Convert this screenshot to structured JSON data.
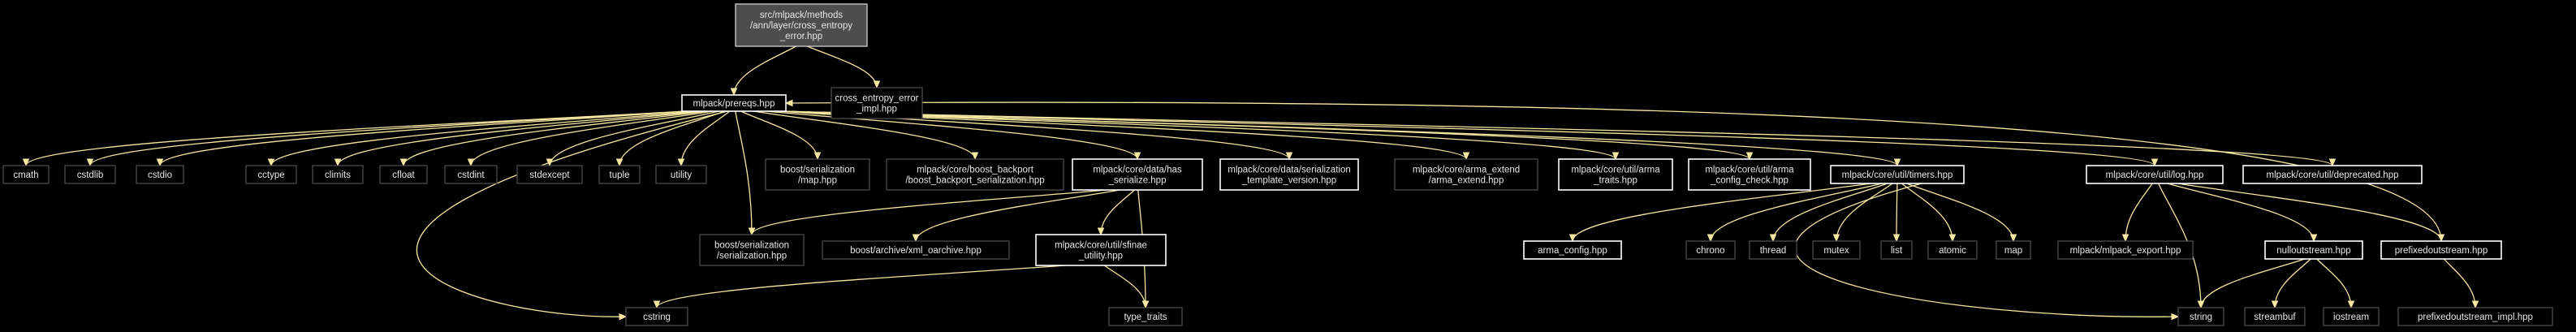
{
  "colors": {
    "background": "#000000",
    "edge": "#f6e7a1",
    "root_fill": "#4d4d4d",
    "linked_border": "#ffffff",
    "plain_border": "#505050",
    "text": "#e6e6e6"
  },
  "nodes": [
    {
      "id": "root",
      "lines": [
        "src/mlpack/methods",
        "/ann/layer/cross_entropy",
        "_error.hpp"
      ],
      "style": "root"
    },
    {
      "id": "prereqs",
      "lines": [
        "mlpack/prereqs.hpp"
      ],
      "style": "linked"
    },
    {
      "id": "ce_impl",
      "lines": [
        "cross_entropy_error",
        "_impl.hpp"
      ],
      "style": "plain"
    },
    {
      "id": "cmath",
      "lines": [
        "cmath"
      ],
      "style": "plain"
    },
    {
      "id": "cstdlib",
      "lines": [
        "cstdlib"
      ],
      "style": "plain"
    },
    {
      "id": "cstdio",
      "lines": [
        "cstdio"
      ],
      "style": "plain"
    },
    {
      "id": "cctype",
      "lines": [
        "cctype"
      ],
      "style": "plain"
    },
    {
      "id": "climits",
      "lines": [
        "climits"
      ],
      "style": "plain"
    },
    {
      "id": "cfloat",
      "lines": [
        "cfloat"
      ],
      "style": "plain"
    },
    {
      "id": "cstdint",
      "lines": [
        "cstdint"
      ],
      "style": "plain"
    },
    {
      "id": "stdexcept",
      "lines": [
        "stdexcept"
      ],
      "style": "plain"
    },
    {
      "id": "tuple",
      "lines": [
        "tuple"
      ],
      "style": "plain"
    },
    {
      "id": "utility",
      "lines": [
        "utility"
      ],
      "style": "plain"
    },
    {
      "id": "bs_map",
      "lines": [
        "boost/serialization",
        "/map.hpp"
      ],
      "style": "plain"
    },
    {
      "id": "boost_backport",
      "lines": [
        "mlpack/core/boost_backport",
        "/boost_backport_serialization.hpp"
      ],
      "style": "plain"
    },
    {
      "id": "has_serialize",
      "lines": [
        "mlpack/core/data/has",
        "_serialize.hpp"
      ],
      "style": "linked"
    },
    {
      "id": "serialization_tv",
      "lines": [
        "mlpack/core/data/serialization",
        "_template_version.hpp"
      ],
      "style": "linked"
    },
    {
      "id": "arma_extend",
      "lines": [
        "mlpack/core/arma_extend",
        "/arma_extend.hpp"
      ],
      "style": "plain"
    },
    {
      "id": "arma_traits",
      "lines": [
        "mlpack/core/util/arma",
        "_traits.hpp"
      ],
      "style": "linked"
    },
    {
      "id": "arma_config_check",
      "lines": [
        "mlpack/core/util/arma",
        "_config_check.hpp"
      ],
      "style": "linked"
    },
    {
      "id": "timers",
      "lines": [
        "mlpack/core/util/timers.hpp"
      ],
      "style": "linked"
    },
    {
      "id": "log",
      "lines": [
        "mlpack/core/util/log.hpp"
      ],
      "style": "linked"
    },
    {
      "id": "deprecated",
      "lines": [
        "mlpack/core/util/deprecated.hpp"
      ],
      "style": "linked"
    },
    {
      "id": "bs_serialization",
      "lines": [
        "boost/serialization",
        "/serialization.hpp"
      ],
      "style": "plain"
    },
    {
      "id": "xml_oarchive",
      "lines": [
        "boost/archive/xml_oarchive.hpp"
      ],
      "style": "plain"
    },
    {
      "id": "sfinae",
      "lines": [
        "mlpack/core/util/sfinae",
        "_utility.hpp"
      ],
      "style": "linked"
    },
    {
      "id": "cstring",
      "lines": [
        "cstring"
      ],
      "style": "plain"
    },
    {
      "id": "type_traits",
      "lines": [
        "type_traits"
      ],
      "style": "plain"
    },
    {
      "id": "arma_config",
      "lines": [
        "arma_config.hpp"
      ],
      "style": "linked"
    },
    {
      "id": "chrono",
      "lines": [
        "chrono"
      ],
      "style": "plain"
    },
    {
      "id": "thread",
      "lines": [
        "thread"
      ],
      "style": "plain"
    },
    {
      "id": "mutex",
      "lines": [
        "mutex"
      ],
      "style": "plain"
    },
    {
      "id": "list",
      "lines": [
        "list"
      ],
      "style": "plain"
    },
    {
      "id": "atomic",
      "lines": [
        "atomic"
      ],
      "style": "plain"
    },
    {
      "id": "map",
      "lines": [
        "map"
      ],
      "style": "plain"
    },
    {
      "id": "mlpack_export",
      "lines": [
        "mlpack/mlpack_export.hpp"
      ],
      "style": "plain"
    },
    {
      "id": "nulloutstream",
      "lines": [
        "nulloutstream.hpp"
      ],
      "style": "linked"
    },
    {
      "id": "prefixedoutstream",
      "lines": [
        "prefixedoutstream.hpp"
      ],
      "style": "linked"
    },
    {
      "id": "string",
      "lines": [
        "string"
      ],
      "style": "plain"
    },
    {
      "id": "streambuf",
      "lines": [
        "streambuf"
      ],
      "style": "plain"
    },
    {
      "id": "iostream",
      "lines": [
        "iostream"
      ],
      "style": "plain"
    },
    {
      "id": "prefixedoutstream_impl",
      "lines": [
        "prefixedoutstream_impl.hpp"
      ],
      "style": "plain"
    }
  ],
  "edges": [
    [
      "root",
      "prereqs"
    ],
    [
      "root",
      "ce_impl"
    ],
    [
      "prereqs",
      "cmath"
    ],
    [
      "prereqs",
      "cstdlib"
    ],
    [
      "prereqs",
      "cstdio"
    ],
    [
      "prereqs",
      "cctype"
    ],
    [
      "prereqs",
      "climits"
    ],
    [
      "prereqs",
      "cfloat"
    ],
    [
      "prereqs",
      "cstdint"
    ],
    [
      "prereqs",
      "stdexcept"
    ],
    [
      "prereqs",
      "tuple"
    ],
    [
      "prereqs",
      "utility"
    ],
    [
      "prereqs",
      "bs_map"
    ],
    [
      "prereqs",
      "boost_backport"
    ],
    [
      "prereqs",
      "has_serialize"
    ],
    [
      "prereqs",
      "serialization_tv"
    ],
    [
      "prereqs",
      "arma_extend"
    ],
    [
      "prereqs",
      "arma_traits"
    ],
    [
      "prereqs",
      "arma_config_check"
    ],
    [
      "prereqs",
      "timers"
    ],
    [
      "prereqs",
      "log"
    ],
    [
      "prereqs",
      "deprecated"
    ],
    [
      "prereqs",
      "bs_serialization"
    ],
    [
      "prereqs",
      "cstring"
    ],
    [
      "has_serialize",
      "bs_serialization"
    ],
    [
      "has_serialize",
      "xml_oarchive"
    ],
    [
      "has_serialize",
      "sfinae"
    ],
    [
      "has_serialize",
      "type_traits"
    ],
    [
      "sfinae",
      "cstring"
    ],
    [
      "sfinae",
      "type_traits"
    ],
    [
      "timers",
      "arma_config"
    ],
    [
      "timers",
      "chrono"
    ],
    [
      "timers",
      "thread"
    ],
    [
      "timers",
      "mutex"
    ],
    [
      "timers",
      "list"
    ],
    [
      "timers",
      "atomic"
    ],
    [
      "timers",
      "map"
    ],
    [
      "timers",
      "string"
    ],
    [
      "log",
      "mlpack_export"
    ],
    [
      "log",
      "nulloutstream"
    ],
    [
      "log",
      "prefixedoutstream"
    ],
    [
      "log",
      "string"
    ],
    [
      "nulloutstream",
      "string"
    ],
    [
      "nulloutstream",
      "streambuf"
    ],
    [
      "nulloutstream",
      "iostream"
    ],
    [
      "prefixedoutstream",
      "prefixedoutstream_impl"
    ],
    [
      "prefixedoutstream",
      "prereqs"
    ]
  ]
}
